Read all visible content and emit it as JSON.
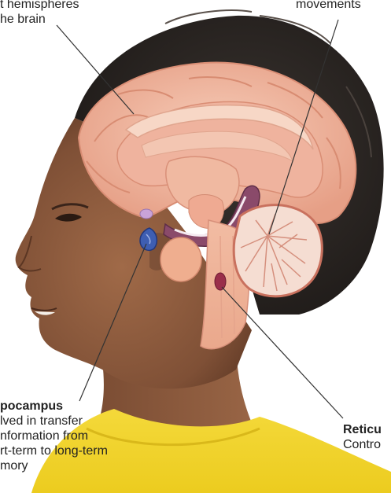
{
  "labels": {
    "hemispheres": {
      "line1": "t hemispheres",
      "line2": "he brain"
    },
    "cerebellum": {
      "line1": "movements"
    },
    "hippocampus": {
      "title": "pocampus",
      "lines": [
        "lved in transfer",
        "nformation from",
        "rt-term to long-term",
        "mory"
      ]
    },
    "reticular": {
      "title": "Reticu",
      "line1": "Contro"
    }
  },
  "colors": {
    "hair": "#2a2522",
    "skin": "#8a5a3e",
    "skin_shadow": "#5e3a27",
    "brain_cortex": "#f1b9a4",
    "brain_inner": "#e9a08c",
    "corpus": "#f6d2c0",
    "cerebellum": "#f3d8cc",
    "brainstem": "#f0b49a",
    "hippocampus": "#3f5fb0",
    "shirt": "#f2d22e",
    "leader": "#333333"
  }
}
